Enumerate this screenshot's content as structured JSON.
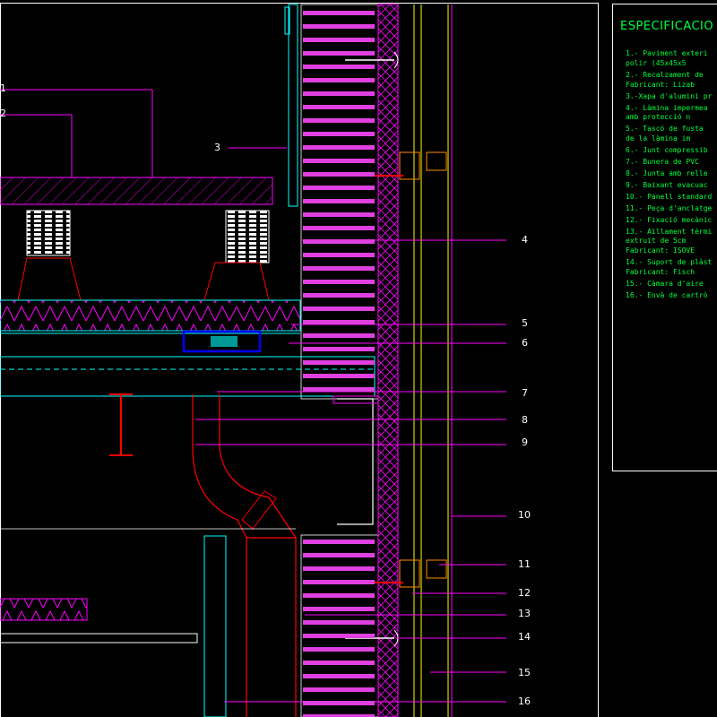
{
  "spec": {
    "title": "ESPECIFICACIO",
    "lines": [
      "1.- Paviment exteri",
      "    polir (45x45x5",
      "2.- Recalzament de",
      "    Fabricant: Lizab",
      "3.-Xapa d'alumini pr",
      "4.- Làmina impermea",
      "    amb protecció n",
      "5.- Tascó de fusta",
      "    de la làmina im",
      "6.- Junt compressib",
      "7.- Bunera de PVC",
      "8.- Junta amb relle",
      "9.- Baixant evacuac",
      "10.- Panell standard",
      "11.- Peça d'anclatge",
      "12.- Fixació mecànic",
      "13.- Aïllament tèrmi",
      "     extruït de 5cm",
      "     Fabricant: ISOVE",
      "14.- Suport de plàst",
      "     Fabricant: Fisch",
      "15.- Càmara d'aire",
      "16.- Envà de cartrò"
    ]
  },
  "callouts": {
    "c1": "1",
    "c2": "2",
    "c3": "3",
    "c4": "4",
    "c5": "5",
    "c6": "6",
    "c7": "7",
    "c8": "8",
    "c9": "9",
    "c10": "10",
    "c11": "11",
    "c12": "12",
    "c13": "13",
    "c14": "14",
    "c15": "15",
    "c16": "16"
  },
  "colors": {
    "background": "#000000",
    "text": "#00ff3c",
    "leader": "#ff00ff",
    "insulation": "#ff00ff",
    "structure": "#00ffff",
    "drain": "#ff0000",
    "pvc": "#0000ff",
    "rail": "#ffff00",
    "anchor": "#ff8c00"
  }
}
